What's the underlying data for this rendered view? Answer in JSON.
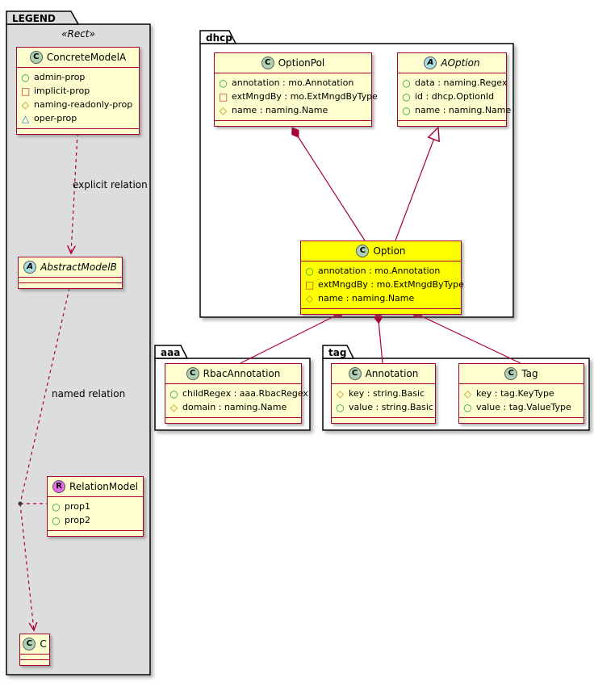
{
  "legend": {
    "tab": "LEGEND",
    "stereotype": "«Rect»",
    "relations": {
      "explicit": "explicit relation",
      "named": "named relation"
    }
  },
  "packages": {
    "dhcp": "dhcp",
    "aaa": "aaa",
    "tag": "tag"
  },
  "spots": {
    "class": "C",
    "abstract": "A",
    "relation": "R"
  },
  "icons": {
    "public": "○",
    "private": "□",
    "protected": "◇",
    "package": "△"
  },
  "classes": {
    "concreteModelA": {
      "name": "ConcreteModelA",
      "attrs": [
        "admin-prop",
        "implicit-prop",
        "naming-readonly-prop",
        "oper-prop"
      ]
    },
    "abstractModelB": {
      "name": "AbstractModelB"
    },
    "relationModel": {
      "name": "RelationModel",
      "attrs": [
        "prop1",
        "prop2"
      ]
    },
    "classC": {
      "name": "C"
    },
    "optionPol": {
      "name": "OptionPol",
      "attrs": [
        "annotation : mo.Annotation",
        "extMngdBy : mo.ExtMngdByType",
        "name : naming.Name"
      ]
    },
    "aOption": {
      "name": "AOption",
      "attrs": [
        "data : naming.Regex",
        "id : dhcp.OptionId",
        "name : naming.Name"
      ]
    },
    "option": {
      "name": "Option",
      "attrs": [
        "annotation : mo.Annotation",
        "extMngdBy : mo.ExtMngdByType",
        "name : naming.Name"
      ]
    },
    "rbacAnnotation": {
      "name": "RbacAnnotation",
      "attrs": [
        "childRegex : aaa.RbacRegex",
        "domain : naming.Name"
      ]
    },
    "tagAnnotation": {
      "name": "Annotation",
      "attrs": [
        "key : string.Basic",
        "value : string.Basic"
      ]
    },
    "tag": {
      "name": "Tag",
      "attrs": [
        "key : tag.KeyType",
        "value : tag.ValueType"
      ]
    }
  },
  "colors": {
    "edge": "#A80036",
    "class_bg": "#FEFECE",
    "highlight_bg": "#FFFF00",
    "legend_bg": "#DDDDDD",
    "package_border": "#000000",
    "spot_class": "#ADD1B2",
    "spot_abstract": "#A9DCDF",
    "spot_relation": "#E36EE3",
    "vis_public": "#1C9A4C",
    "vis_private": "#C82930",
    "vis_protected": "#B8860B",
    "vis_package": "#1E72C8"
  }
}
